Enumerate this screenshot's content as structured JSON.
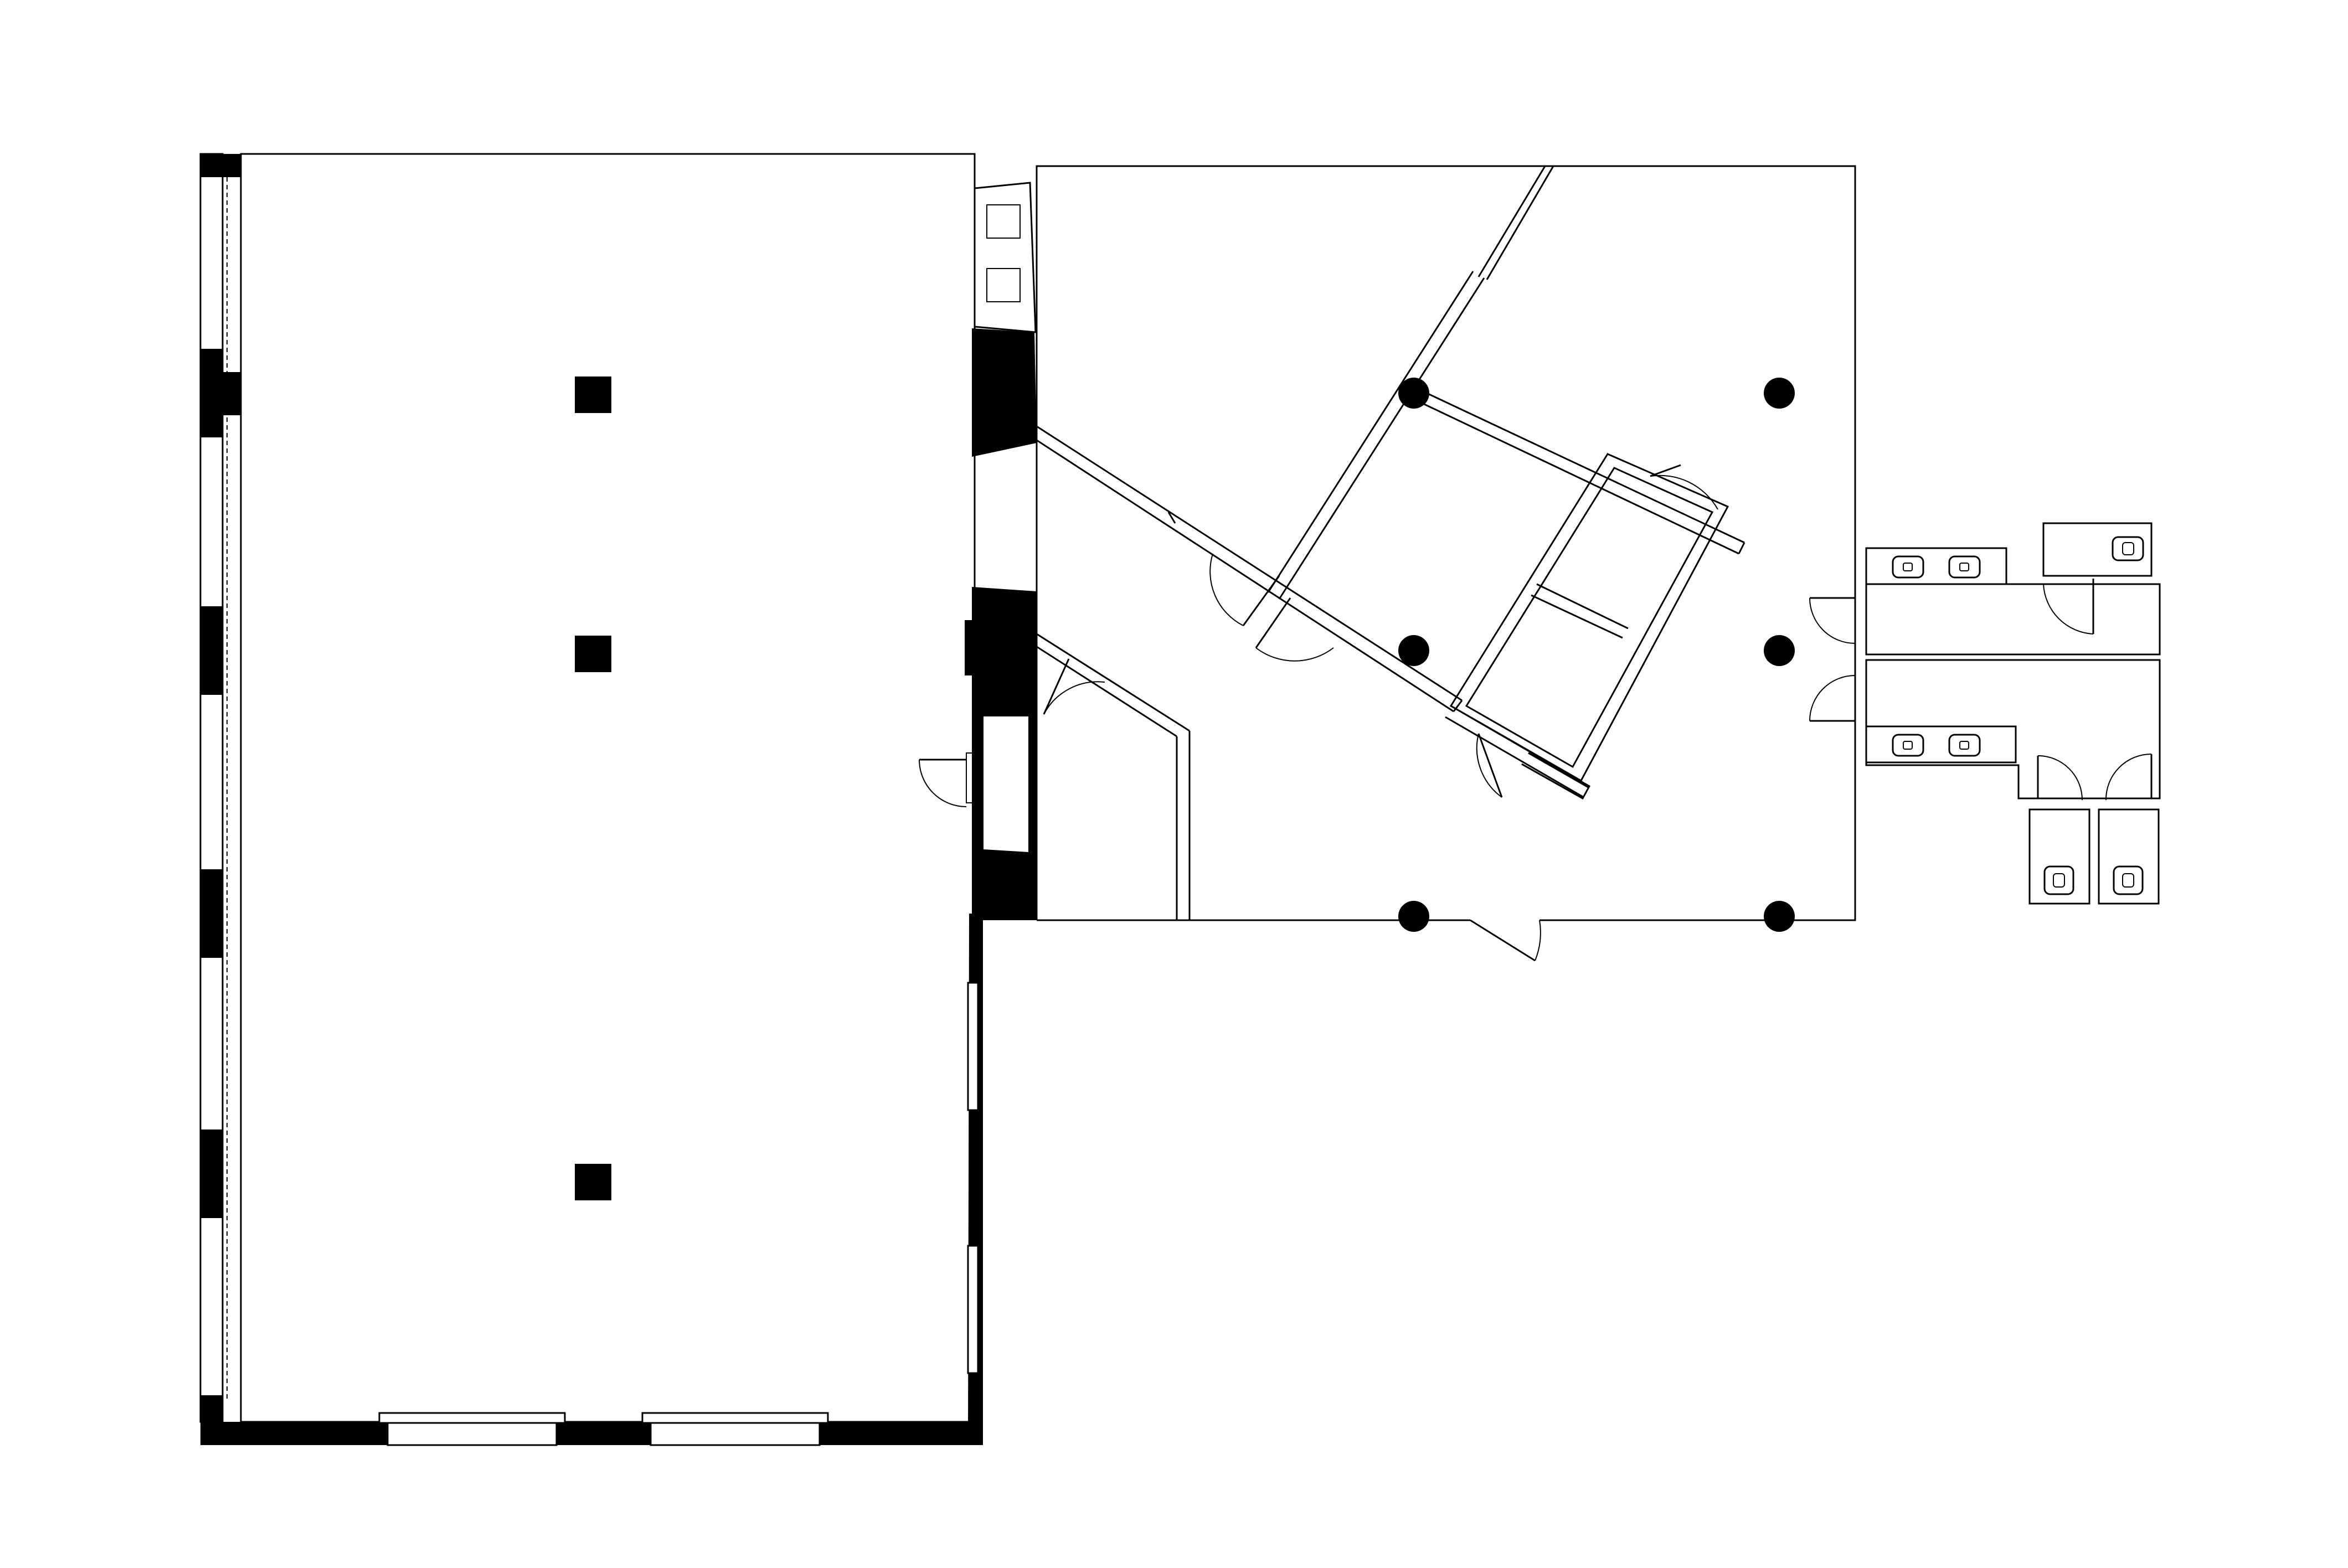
{
  "drawing": {
    "type": "architectural floor plan",
    "colors": {
      "line": "#000000",
      "background": "#ffffff"
    },
    "counts": {
      "square_columns": 3,
      "round_columns": 6,
      "toilets": 3,
      "sinks": 4
    }
  }
}
